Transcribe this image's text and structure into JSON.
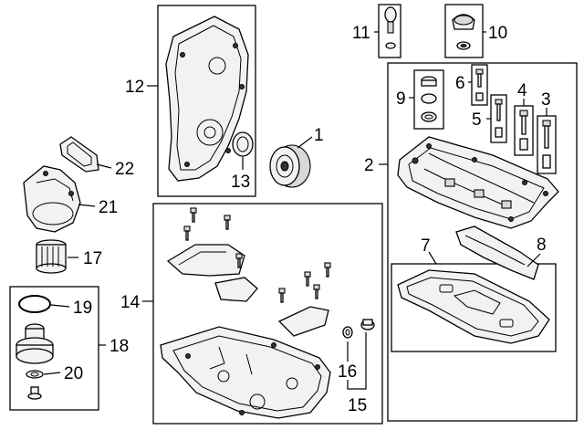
{
  "callouts": {
    "c1": "1",
    "c2": "2",
    "c3": "3",
    "c4": "4",
    "c5": "5",
    "c6": "6",
    "c7": "7",
    "c8": "8",
    "c9": "9",
    "c10": "10",
    "c11": "11",
    "c12": "12",
    "c13": "13",
    "c14": "14",
    "c15": "15",
    "c16": "16",
    "c17": "17",
    "c18": "18",
    "c19": "19",
    "c20": "20",
    "c21": "21",
    "c22": "22"
  },
  "icons": {
    "timing-cover": "timing-cover-icon",
    "crank-pulley": "crank-pulley-icon",
    "oil-filter": "oil-filter-icon",
    "oil-pan": "oil-pan-icon",
    "valve-cover": "valve-cover-icon"
  }
}
